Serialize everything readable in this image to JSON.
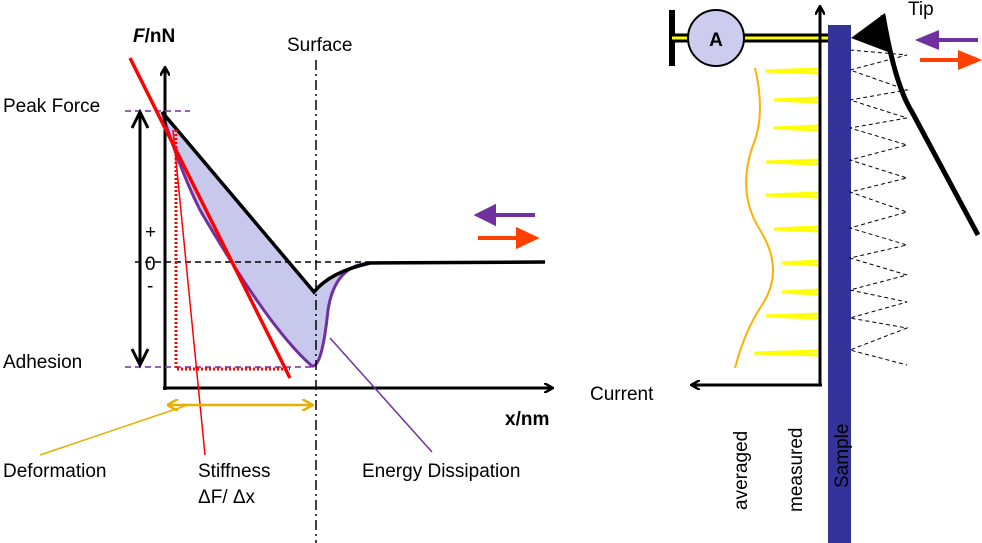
{
  "labels": {
    "y_axis_italic": "F",
    "y_axis_unit": "/nN",
    "x_axis": "x/nm",
    "surface": "Surface",
    "peak_force": "Peak Force",
    "adhesion": "Adhesion",
    "plus": "+",
    "zero": "0",
    "minus": "-",
    "deformation": "Deformation",
    "stiffness": "Stiffness",
    "stiffness_formula_1": "ΔF",
    "stiffness_formula_2": "/ Δx",
    "energy_dissipation": "Energy Dissipation",
    "current": "Current",
    "averaged": "averaged",
    "measured": "measured",
    "sample": "Sample",
    "tip": "Tip",
    "ammeter": "A"
  },
  "colors": {
    "retract": "#7030a0",
    "approach_arrow": "#ff4000",
    "stiffness": "#ff0000",
    "fill": "#c8c8ec",
    "sample": "#333399",
    "deformation": "#e6b000",
    "signal": "#ffff00",
    "averaged": "#ffb000"
  }
}
